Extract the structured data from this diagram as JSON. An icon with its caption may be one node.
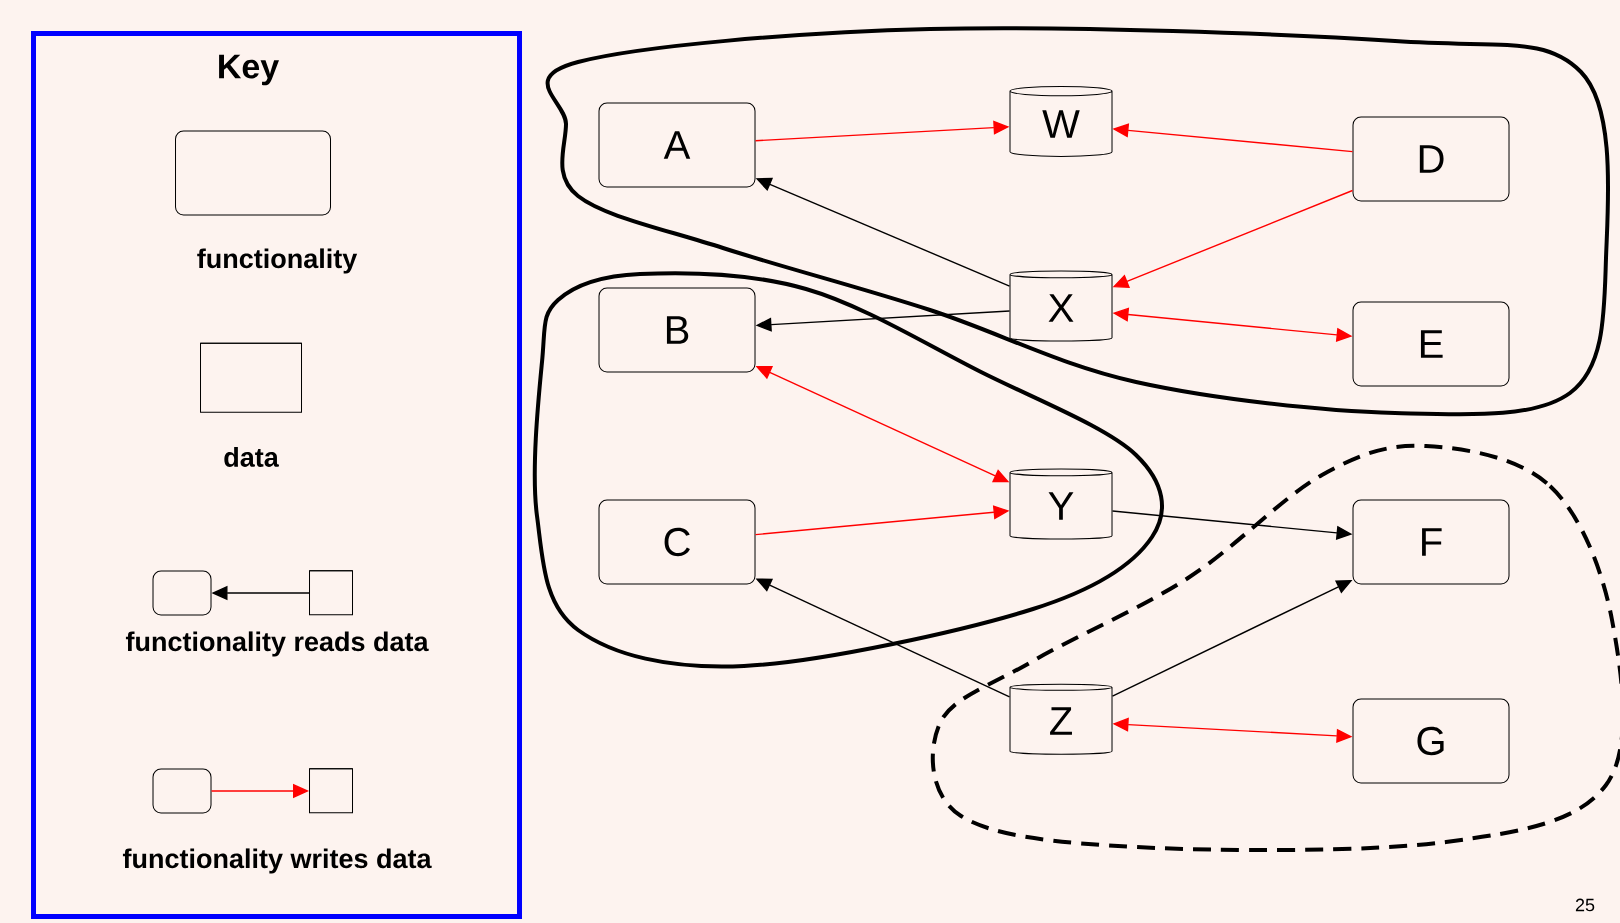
{
  "diagram": {
    "nodes": [
      {
        "text": [
          "Key"
        ]
      },
      {
        "text": [],
        "shape": "box",
        "in": 0,
        "beside": [
          "functionality"
        ]
      },
      {
        "text": [],
        "shape": "cylinder",
        "in": 0,
        "beside": [
          "data"
        ]
      },
      {
        "text": [],
        "shape": "box",
        "in": 0
      },
      {
        "text": [],
        "shape": "cylinder",
        "in": 0
      },
      {
        "text": [],
        "shape": "box",
        "in": 0
      },
      {
        "text": [],
        "shape": "cylinder",
        "in": 0
      },
      {
        "text": [],
        "shape": "blob"
      },
      {
        "text": [
          "A"
        ],
        "in": 7
      },
      {
        "text": [
          "W"
        ],
        "in": 7
      },
      {
        "text": [
          "D"
        ],
        "in": 7
      },
      {
        "text": [
          "X"
        ],
        "in": 7
      },
      {
        "text": [
          "E"
        ],
        "in": 7
      },
      {
        "text": [],
        "shape": "blob"
      },
      {
        "text": [
          "B"
        ],
        "in": 13
      },
      {
        "text": [
          "C"
        ],
        "in": 13
      },
      {
        "text": [
          "Y"
        ],
        "in": 13
      },
      {
        "text": [],
        "shape": "blob"
      },
      {
        "text": [
          "F"
        ],
        "in": 17
      },
      {
        "text": [
          "Z"
        ],
        "in": 17
      },
      {
        "text": [
          "G"
        ],
        "in": 17
      }
    ],
    "edges": [
      {
        "from": 4,
        "to": 3,
        "arrow": "to",
        "color": "#000000"
      },
      {
        "from": 5,
        "to": 6,
        "arrow": "to",
        "color": "#ff0000"
      },
      {
        "from": 8,
        "to": 9,
        "arrow": "to",
        "color": "#ff0000"
      },
      {
        "from": 10,
        "to": 9,
        "arrow": "to",
        "color": "#ff0000"
      },
      {
        "from": 10,
        "to": 11,
        "arrow": "to",
        "color": "#ff0000"
      },
      {
        "from": 11,
        "to": 8,
        "arrow": "to",
        "color": "#000000"
      },
      {
        "from": 11,
        "to": 14,
        "arrow": "to",
        "color": "#000000"
      },
      {
        "from": 11,
        "to": 12,
        "arrow": "both",
        "color": "#ff0000"
      },
      {
        "from": 14,
        "to": 16,
        "arrow": "both",
        "color": "#ff0000"
      },
      {
        "from": 15,
        "to": 16,
        "arrow": "to",
        "color": "#ff0000"
      },
      {
        "from": 16,
        "to": 18,
        "arrow": "to",
        "color": "#000000"
      },
      {
        "from": 19,
        "to": 15,
        "arrow": "to",
        "color": "#000000"
      },
      {
        "from": 19,
        "to": 18,
        "arrow": "to",
        "color": "#000000"
      },
      {
        "from": 19,
        "to": 20,
        "arrow": "both",
        "color": "#ff0000"
      }
    ],
    "labels": [
      "functionality reads data",
      "functionality writes data",
      "25"
    ]
  }
}
